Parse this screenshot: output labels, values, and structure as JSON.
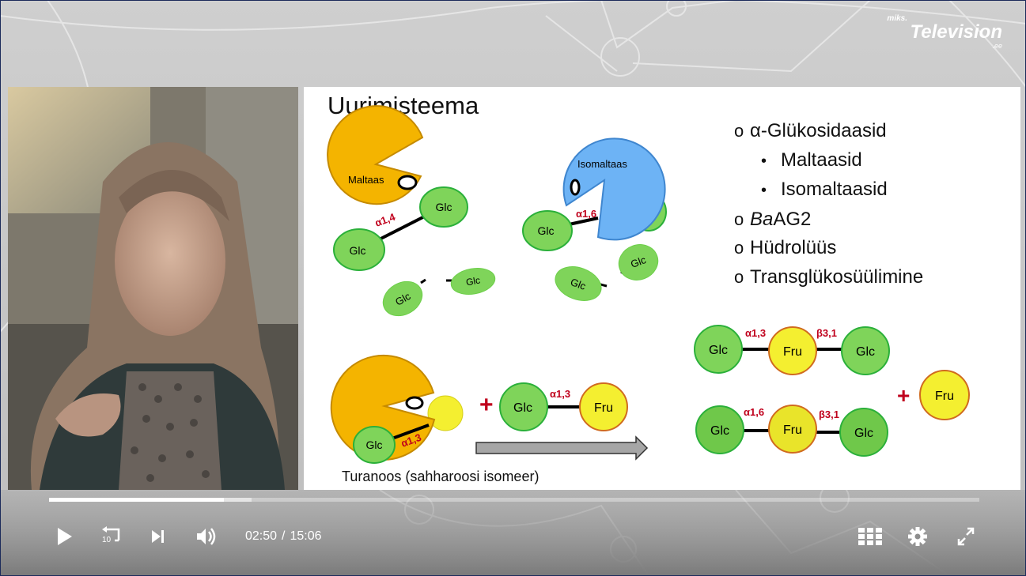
{
  "logo": {
    "small": "miks.",
    "big": "Television",
    "tld": ".ee"
  },
  "slide": {
    "title": "Uurimisteema",
    "enzymes": {
      "maltaas": "Maltaas",
      "isomaltaas": "Isomaltaas"
    },
    "sugars": {
      "glc": "Glc",
      "fru": "Fru"
    },
    "bonds": {
      "a14": "α1,4",
      "a16": "α1,6",
      "a13": "α1,3",
      "b31": "β3,1"
    },
    "plus": "+",
    "bullets": [
      {
        "level": 1,
        "marker": "o",
        "text": "α-Glükosidaasid"
      },
      {
        "level": 2,
        "marker": "•",
        "text": "Maltaasid"
      },
      {
        "level": 2,
        "marker": "•",
        "text": "Isomaltaasid"
      },
      {
        "level": 1,
        "marker": "o",
        "text_italic": "Ba",
        "text": "AG2"
      },
      {
        "level": 1,
        "marker": "o",
        "text": "Hüdrolüüs"
      },
      {
        "level": 1,
        "marker": "o",
        "text": "Transglükosüülimine"
      }
    ],
    "caption": "Turanoos (sahharoosi isomeer)"
  },
  "colors": {
    "glc": "#7fd45a",
    "fru": "#f4ef30",
    "maltaas": "#f4b400",
    "isomaltaas": "#6db3f5",
    "bond_label": "#c0001c",
    "plus": "#c0001c"
  },
  "player": {
    "current_time": "02:50",
    "separator": "/",
    "duration": "15:06",
    "played_fraction": 0.188,
    "buffered_fraction": 0.218,
    "replay_seconds": "10",
    "icons": {
      "play": "play-icon",
      "replay": "replay-10-icon",
      "next": "skip-next-icon",
      "volume": "volume-icon",
      "grid": "grid-icon",
      "settings": "gear-icon",
      "fullscreen": "fullscreen-icon"
    }
  }
}
